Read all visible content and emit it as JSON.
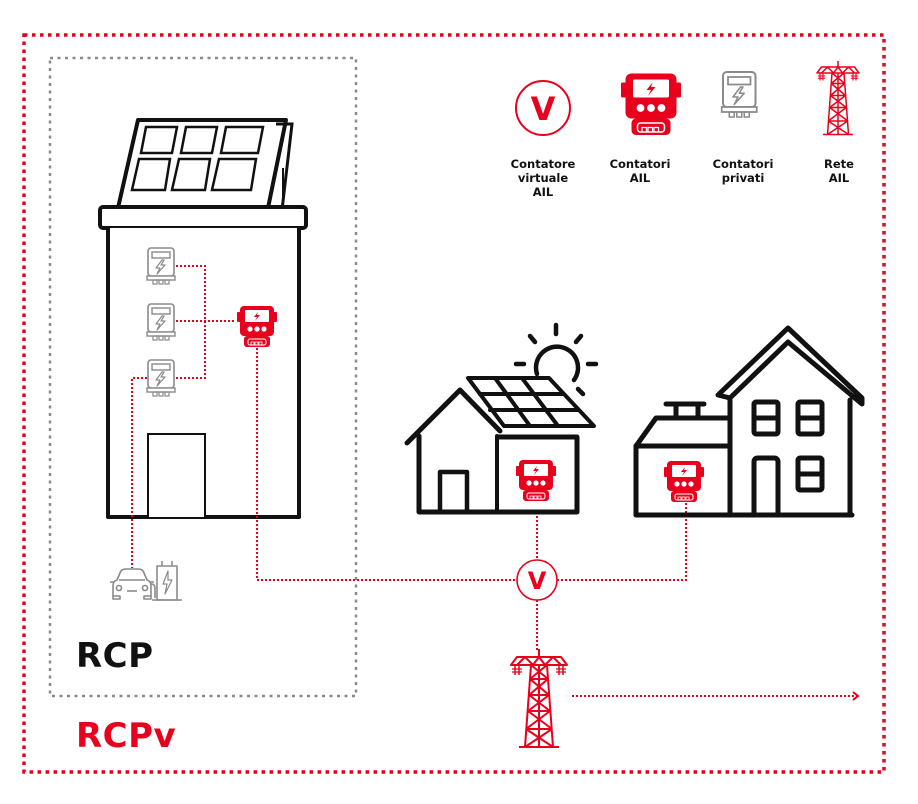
{
  "colors": {
    "ail_red": "#e8001c",
    "private_gray": "#8a8a8a",
    "outline_black": "#111111"
  },
  "legend": [
    {
      "icon": "virtual-meter-icon",
      "label": "Contatore\nvirtuale\nAIL"
    },
    {
      "icon": "ail-meter-icon",
      "label": "Contatori\nAIL"
    },
    {
      "icon": "private-meter-icon",
      "label": "Contatori\nprivati"
    },
    {
      "icon": "power-pylon-icon",
      "label": "Rete\nAIL"
    }
  ],
  "zones": {
    "inner_label": "RCP",
    "outer_label": "RCPv"
  },
  "nodes": {
    "virtual_meter_glyph": "V",
    "legend_virtual_glyph": "V"
  }
}
